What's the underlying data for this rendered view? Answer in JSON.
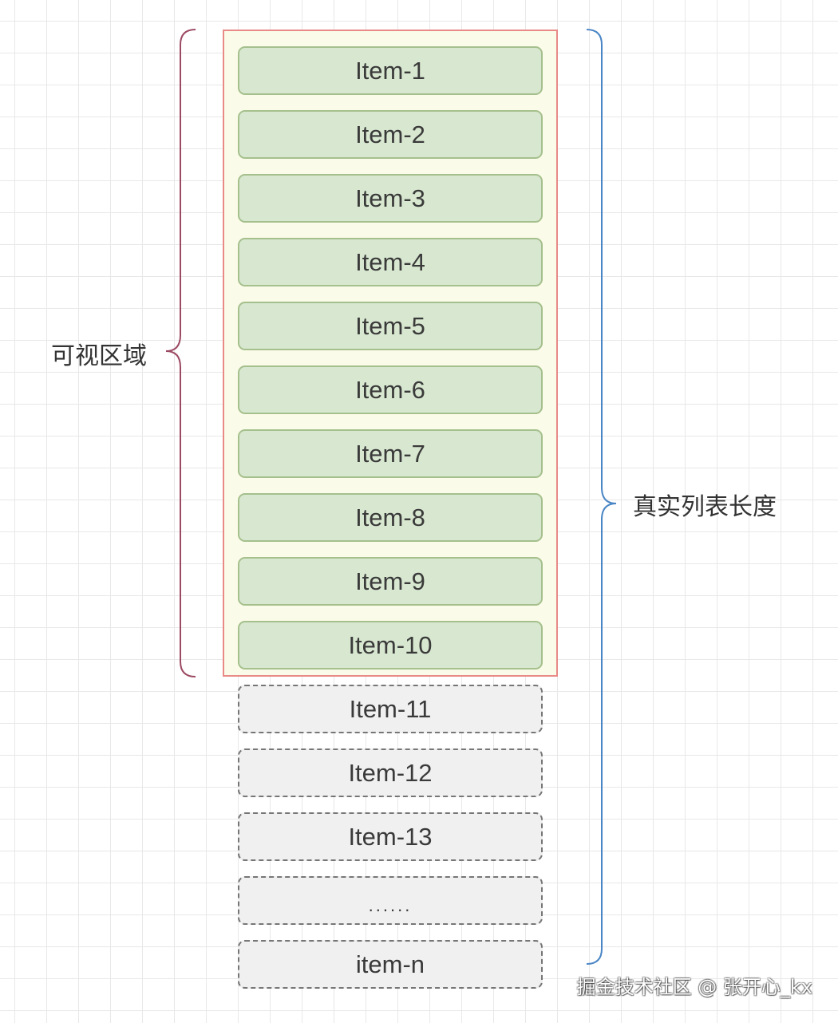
{
  "colors": {
    "visible_item_fill": "#d8e8d0",
    "visible_item_border": "#a5c08d",
    "hidden_item_fill": "#f0f0f0",
    "hidden_item_border": "#767676",
    "viewport_border": "#e88a86",
    "viewport_fill": "#fbfbe9",
    "left_brace": "#9c4a63",
    "right_brace": "#4a86c5"
  },
  "labels": {
    "visible_area": "可视区域",
    "total_length": "真实列表长度"
  },
  "visible_items": [
    "Item-1",
    "Item-2",
    "Item-3",
    "Item-4",
    "Item-5",
    "Item-6",
    "Item-7",
    "Item-8",
    "Item-9",
    "Item-10"
  ],
  "hidden_items": [
    "Item-11",
    "Item-12",
    "Item-13",
    "......",
    "item-n"
  ],
  "watermark": "掘金技术社区 @ 张开心_kx"
}
